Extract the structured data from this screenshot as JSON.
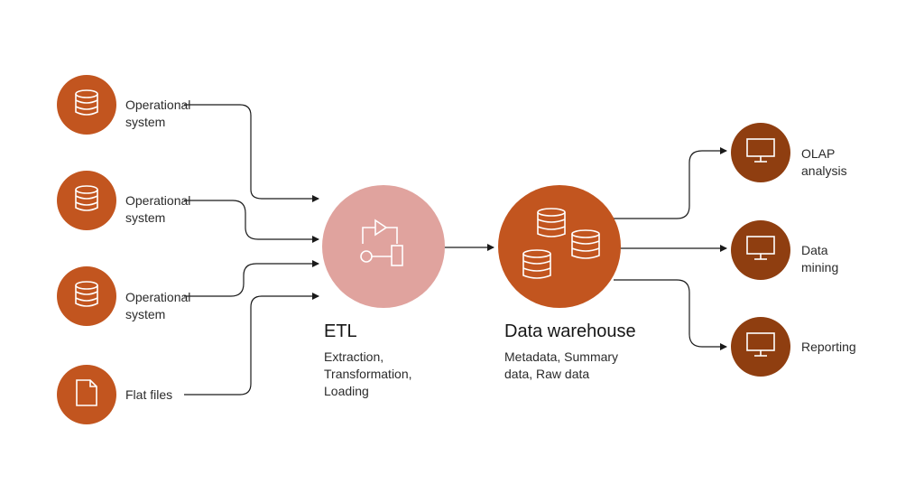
{
  "colors": {
    "source": "#c2551f",
    "etl": "#e0a39e",
    "warehouse": "#c2551f",
    "output": "#8f3e10",
    "line": "#1a1a1a",
    "icon_stroke": "#ffffff"
  },
  "sources": [
    {
      "label": "Operational\nsystem",
      "icon": "database-icon"
    },
    {
      "label": "Operational\nsystem",
      "icon": "database-icon"
    },
    {
      "label": "Operational\nsystem",
      "icon": "database-icon"
    },
    {
      "label": "Flat files",
      "icon": "file-icon"
    }
  ],
  "etl": {
    "title": "ETL",
    "subtitle": "Extraction,\nTransformation,\nLoading",
    "icon": "process-flow-icon"
  },
  "warehouse": {
    "title": "Data warehouse",
    "subtitle": "Metadata, Summary\ndata, Raw data",
    "icon": "databases-icon"
  },
  "outputs": [
    {
      "label": "OLAP\nanalysis",
      "icon": "monitor-icon"
    },
    {
      "label": "Data\nmining",
      "icon": "monitor-icon"
    },
    {
      "label": "Reporting",
      "icon": "monitor-icon"
    }
  ]
}
